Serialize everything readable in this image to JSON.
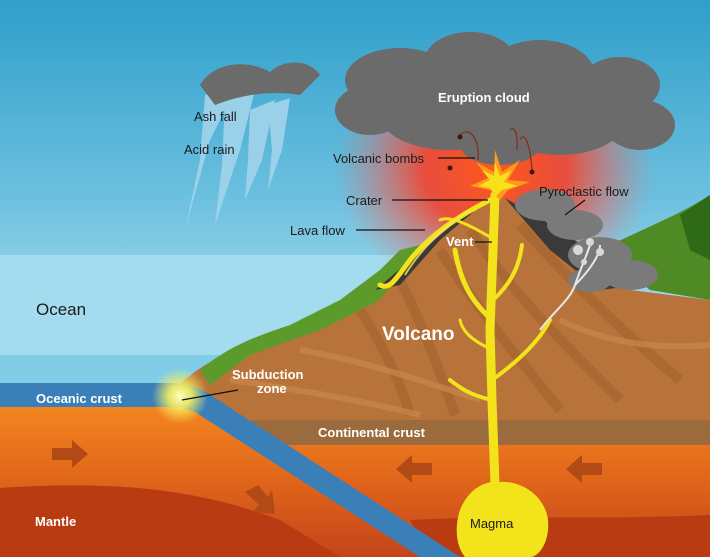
{
  "labels": {
    "eruption_cloud": "Eruption cloud",
    "ash_fall": "Ash fall",
    "acid_rain": "Acid rain",
    "volcanic_bombs": "Volcanic bombs",
    "crater": "Crater",
    "pyroclastic_flow": "Pyroclastic flow",
    "lava_flow": "Lava flow",
    "vent": "Vent",
    "ocean": "Ocean",
    "volcano": "Volcano",
    "subduction_zone_line1": "Subduction",
    "subduction_zone_line2": "zone",
    "oceanic_crust": "Oceanic crust",
    "continental_crust": "Continental crust",
    "mantle": "Mantle",
    "magma": "Magma"
  },
  "colors": {
    "sky_top": "#2e9ec9",
    "sky_bottom": "#bfe6f3",
    "ocean": "#8fd3ea",
    "oceanic_crust": "#3a7fb8",
    "mantle_upper": "#f07a1a",
    "mantle_lower": "#b83a10",
    "continental_crust": "#9c6a3a",
    "volcano_body": "#b9743a",
    "grass": "#4f8a24",
    "cloud": "#6d6d6d",
    "magma": "#f2e31a",
    "glow": "#ff3b1f"
  }
}
